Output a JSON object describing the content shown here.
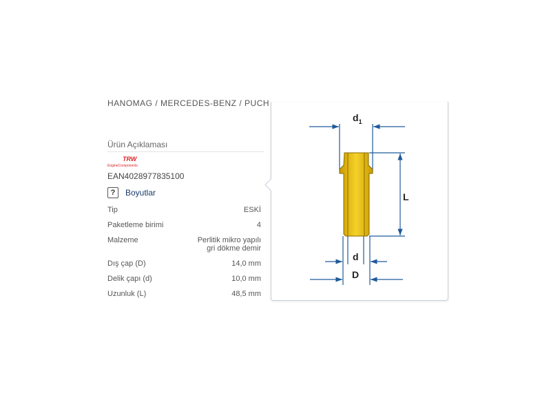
{
  "header": {
    "clipped_title": "HANOMAG / MERCEDES-BENZ / PUCH / S"
  },
  "section_title": "Ürün Açıklaması",
  "brand": {
    "logo": "TRW",
    "logo_sub": "EngineComponents",
    "color": "#dd2222"
  },
  "ean": "EAN4028977835100",
  "dimensions_link": {
    "icon": "question-icon",
    "label": "Boyutlar"
  },
  "specs": [
    {
      "label": "Tip",
      "value": "ESKİ"
    },
    {
      "label": "Paketleme birimi",
      "value": "4"
    },
    {
      "label": "Malzeme",
      "value": "Perlitik mikro yapılı",
      "value2": "gri dökme demir"
    },
    {
      "label": "Dış çap (D)",
      "value": "14,0 mm"
    },
    {
      "label": "Delik çapı (d)",
      "value": "10,0 mm"
    },
    {
      "label": "Uzunluk (L)",
      "value": "48,5 mm"
    }
  ],
  "diagram": {
    "label_d1": "d",
    "label_d1_sub": "1",
    "label_L": "L",
    "label_d": "d",
    "label_D": "D",
    "part_color": "#e8b800",
    "line_color": "#1f5a9a"
  }
}
